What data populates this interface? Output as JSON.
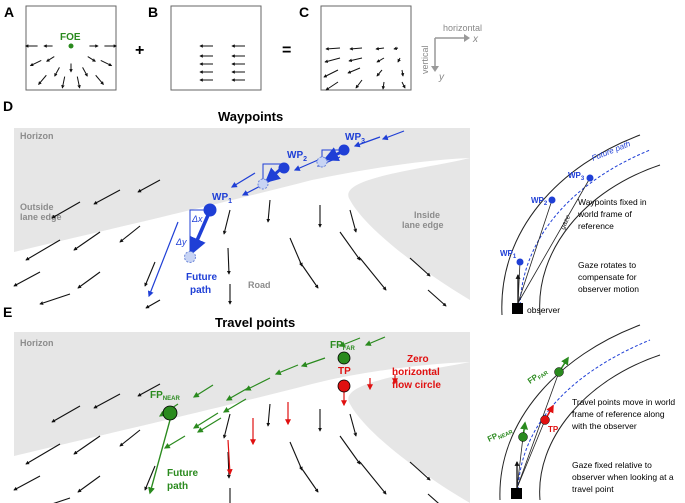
{
  "panels": {
    "A": "A",
    "B": "B",
    "C": "C",
    "D": "D",
    "E": "E"
  },
  "top": {
    "foe_label": "FOE",
    "plus": "+",
    "equals": "=",
    "axes": {
      "horizontal": "horizontal",
      "x": "x",
      "vertical": "vertical",
      "y": "y"
    }
  },
  "waypoints": {
    "title": "Waypoints",
    "horizon": "Horizon",
    "outside_lane_edge": [
      "Outside",
      "lane edge"
    ],
    "inside_lane_edge": [
      "Inside",
      "lane edge"
    ],
    "road": "Road",
    "future_path": [
      "Future",
      "path"
    ],
    "dx": "Δx",
    "dy": "Δy",
    "wp_labels": [
      {
        "base": "WP",
        "sub": "1"
      },
      {
        "base": "WP",
        "sub": "2"
      },
      {
        "base": "WP",
        "sub": "3"
      }
    ],
    "side": {
      "future_path": "Future path",
      "gaze": "gaze",
      "observer": "observer",
      "note1": [
        "Waypoints fixed in",
        "world frame of",
        "reference"
      ],
      "note2": [
        "Gaze rotates to",
        "compensate for",
        "observer motion"
      ]
    }
  },
  "travel": {
    "title": "Travel points",
    "horizon": "Horizon",
    "fp_far": {
      "base": "FP",
      "sub": "FAR"
    },
    "fp_near": {
      "base": "FP",
      "sub": "NEAR"
    },
    "tp": "TP",
    "zero_flow": [
      "Zero",
      "horizontal",
      "flow circle"
    ],
    "future_path": [
      "Future",
      "path"
    ],
    "side": {
      "note1": [
        "Travel points move in world",
        "frame of reference along",
        "with the observer"
      ],
      "note2": [
        "Gaze fixed relative to",
        "observer when looking at a",
        "travel point"
      ]
    }
  },
  "colors": {
    "blue": "#1f3fd6",
    "green": "#2a8a1e",
    "red": "#e01010",
    "grey": "#8c8c8c",
    "panel_bg": "#e6e6e6"
  }
}
